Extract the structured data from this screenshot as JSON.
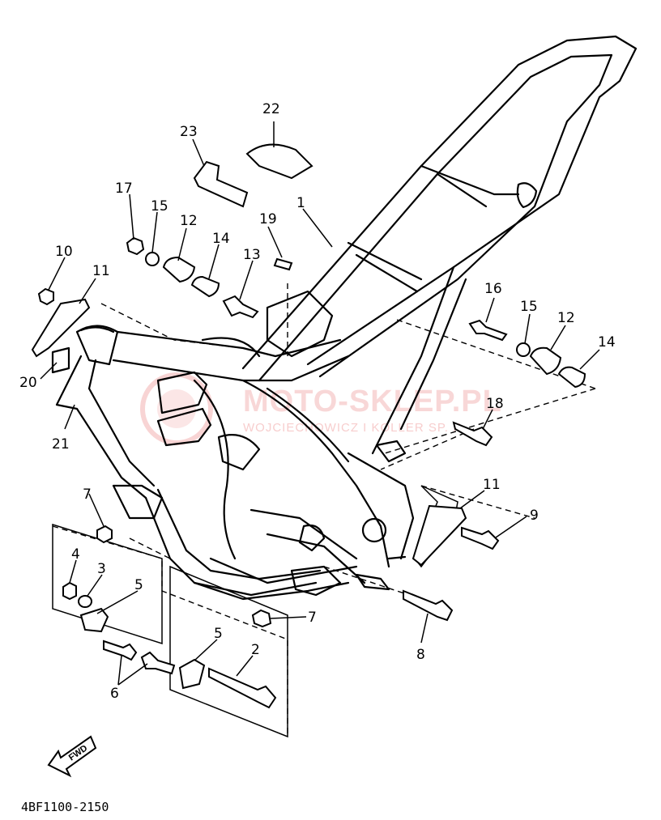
{
  "diagram_code": "4BF1100-2150",
  "fwd_label": "FWD",
  "watermark": {
    "main": "MOTO-SKLEP.PL",
    "sub": "WOJCIECHOWICZ I KOLLER SP. K."
  },
  "callouts": [
    "1",
    "2",
    "3",
    "4",
    "5",
    "5",
    "6",
    "7",
    "7",
    "8",
    "9",
    "10",
    "11",
    "11",
    "12",
    "12",
    "13",
    "14",
    "14",
    "15",
    "15",
    "16",
    "17",
    "18",
    "19",
    "20",
    "21",
    "22",
    "23"
  ]
}
